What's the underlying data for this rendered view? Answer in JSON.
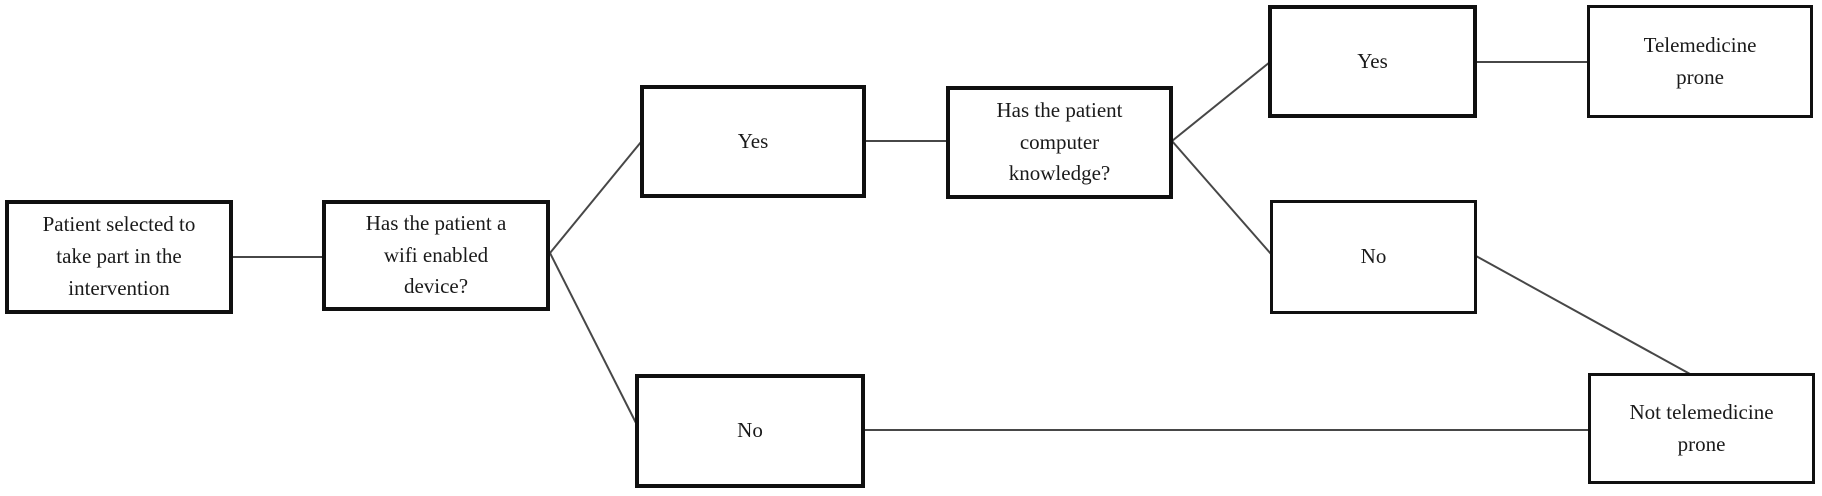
{
  "diagram": {
    "type": "decision-tree-flowchart",
    "background_color": "#ffffff",
    "box_border_color": "#101010",
    "text_color": "#1a1a1a",
    "line_color": "#474747"
  },
  "nodes": [
    {
      "id": "start",
      "label": "Patient selected to\ntake part in the\nintervention"
    },
    {
      "id": "wifi-question",
      "label": "Has the patient a\nwifi enabled\ndevice?"
    },
    {
      "id": "wifi-yes",
      "label": "Yes"
    },
    {
      "id": "computer-question",
      "label": "Has the patient\ncomputer\nknowledge?"
    },
    {
      "id": "computer-yes",
      "label": "Yes"
    },
    {
      "id": "computer-no",
      "label": "No"
    },
    {
      "id": "wifi-no",
      "label": "No"
    },
    {
      "id": "telemedicine-prone",
      "label": "Telemedicine\nprone"
    },
    {
      "id": "not-telemedicine-prone",
      "label": "Not telemedicine\nprone"
    }
  ],
  "edges": [
    {
      "from": "start",
      "to": "wifi-question"
    },
    {
      "from": "wifi-question",
      "to": "wifi-yes"
    },
    {
      "from": "wifi-question",
      "to": "wifi-no"
    },
    {
      "from": "wifi-yes",
      "to": "computer-question"
    },
    {
      "from": "computer-question",
      "to": "computer-yes"
    },
    {
      "from": "computer-question",
      "to": "computer-no"
    },
    {
      "from": "computer-yes",
      "to": "telemedicine-prone"
    },
    {
      "from": "computer-no",
      "to": "not-telemedicine-prone"
    },
    {
      "from": "wifi-no",
      "to": "not-telemedicine-prone"
    }
  ]
}
